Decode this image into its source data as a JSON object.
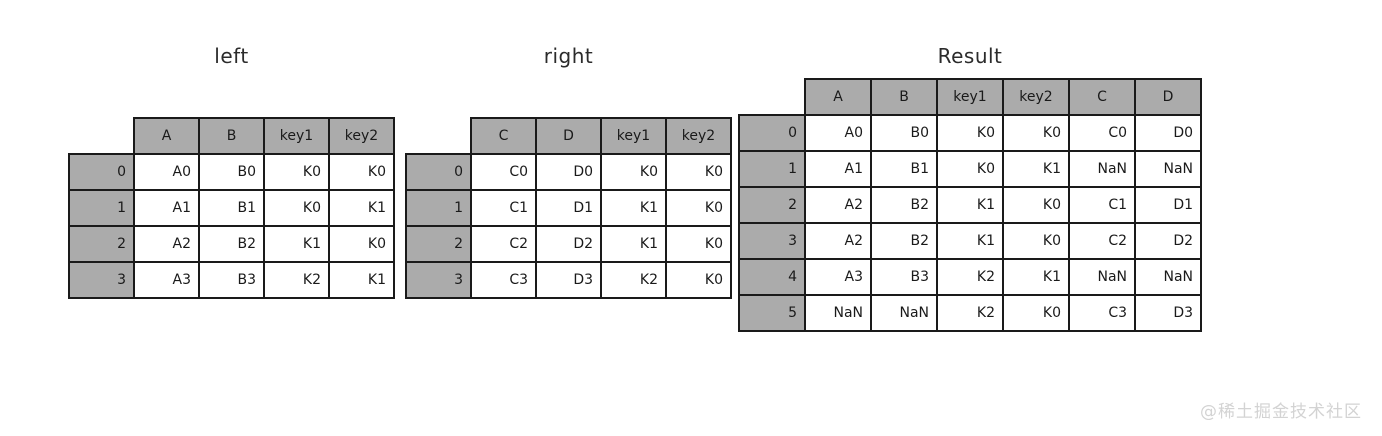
{
  "page": {
    "watermark": "@稀土掘金技术社区"
  },
  "colors": {
    "page_bg": "#ffffff",
    "header_bg": "#ababab",
    "index_bg": "#ababab",
    "cell_bg": "#ffffff",
    "border": "#1a1a1a",
    "text": "#1a1a1a",
    "title": "#2b2b2b",
    "watermark": "#d3d3d3"
  },
  "tables": [
    {
      "id": "left",
      "title": "left",
      "columns": [
        "A",
        "B",
        "key1",
        "key2"
      ],
      "index": [
        "0",
        "1",
        "2",
        "3"
      ],
      "rows": [
        [
          "A0",
          "B0",
          "K0",
          "K0"
        ],
        [
          "A1",
          "B1",
          "K0",
          "K1"
        ],
        [
          "A2",
          "B2",
          "K1",
          "K0"
        ],
        [
          "A3",
          "B3",
          "K2",
          "K1"
        ]
      ]
    },
    {
      "id": "right",
      "title": "right",
      "columns": [
        "C",
        "D",
        "key1",
        "key2"
      ],
      "index": [
        "0",
        "1",
        "2",
        "3"
      ],
      "rows": [
        [
          "C0",
          "D0",
          "K0",
          "K0"
        ],
        [
          "C1",
          "D1",
          "K1",
          "K0"
        ],
        [
          "C2",
          "D2",
          "K1",
          "K0"
        ],
        [
          "C3",
          "D3",
          "K2",
          "K0"
        ]
      ]
    },
    {
      "id": "result",
      "title": "Result",
      "columns": [
        "A",
        "B",
        "key1",
        "key2",
        "C",
        "D"
      ],
      "index": [
        "0",
        "1",
        "2",
        "3",
        "4",
        "5"
      ],
      "rows": [
        [
          "A0",
          "B0",
          "K0",
          "K0",
          "C0",
          "D0"
        ],
        [
          "A1",
          "B1",
          "K0",
          "K1",
          "NaN",
          "NaN"
        ],
        [
          "A2",
          "B2",
          "K1",
          "K0",
          "C1",
          "D1"
        ],
        [
          "A2",
          "B2",
          "K1",
          "K0",
          "C2",
          "D2"
        ],
        [
          "A3",
          "B3",
          "K2",
          "K1",
          "NaN",
          "NaN"
        ],
        [
          "NaN",
          "NaN",
          "K2",
          "K0",
          "C3",
          "D3"
        ]
      ]
    }
  ]
}
